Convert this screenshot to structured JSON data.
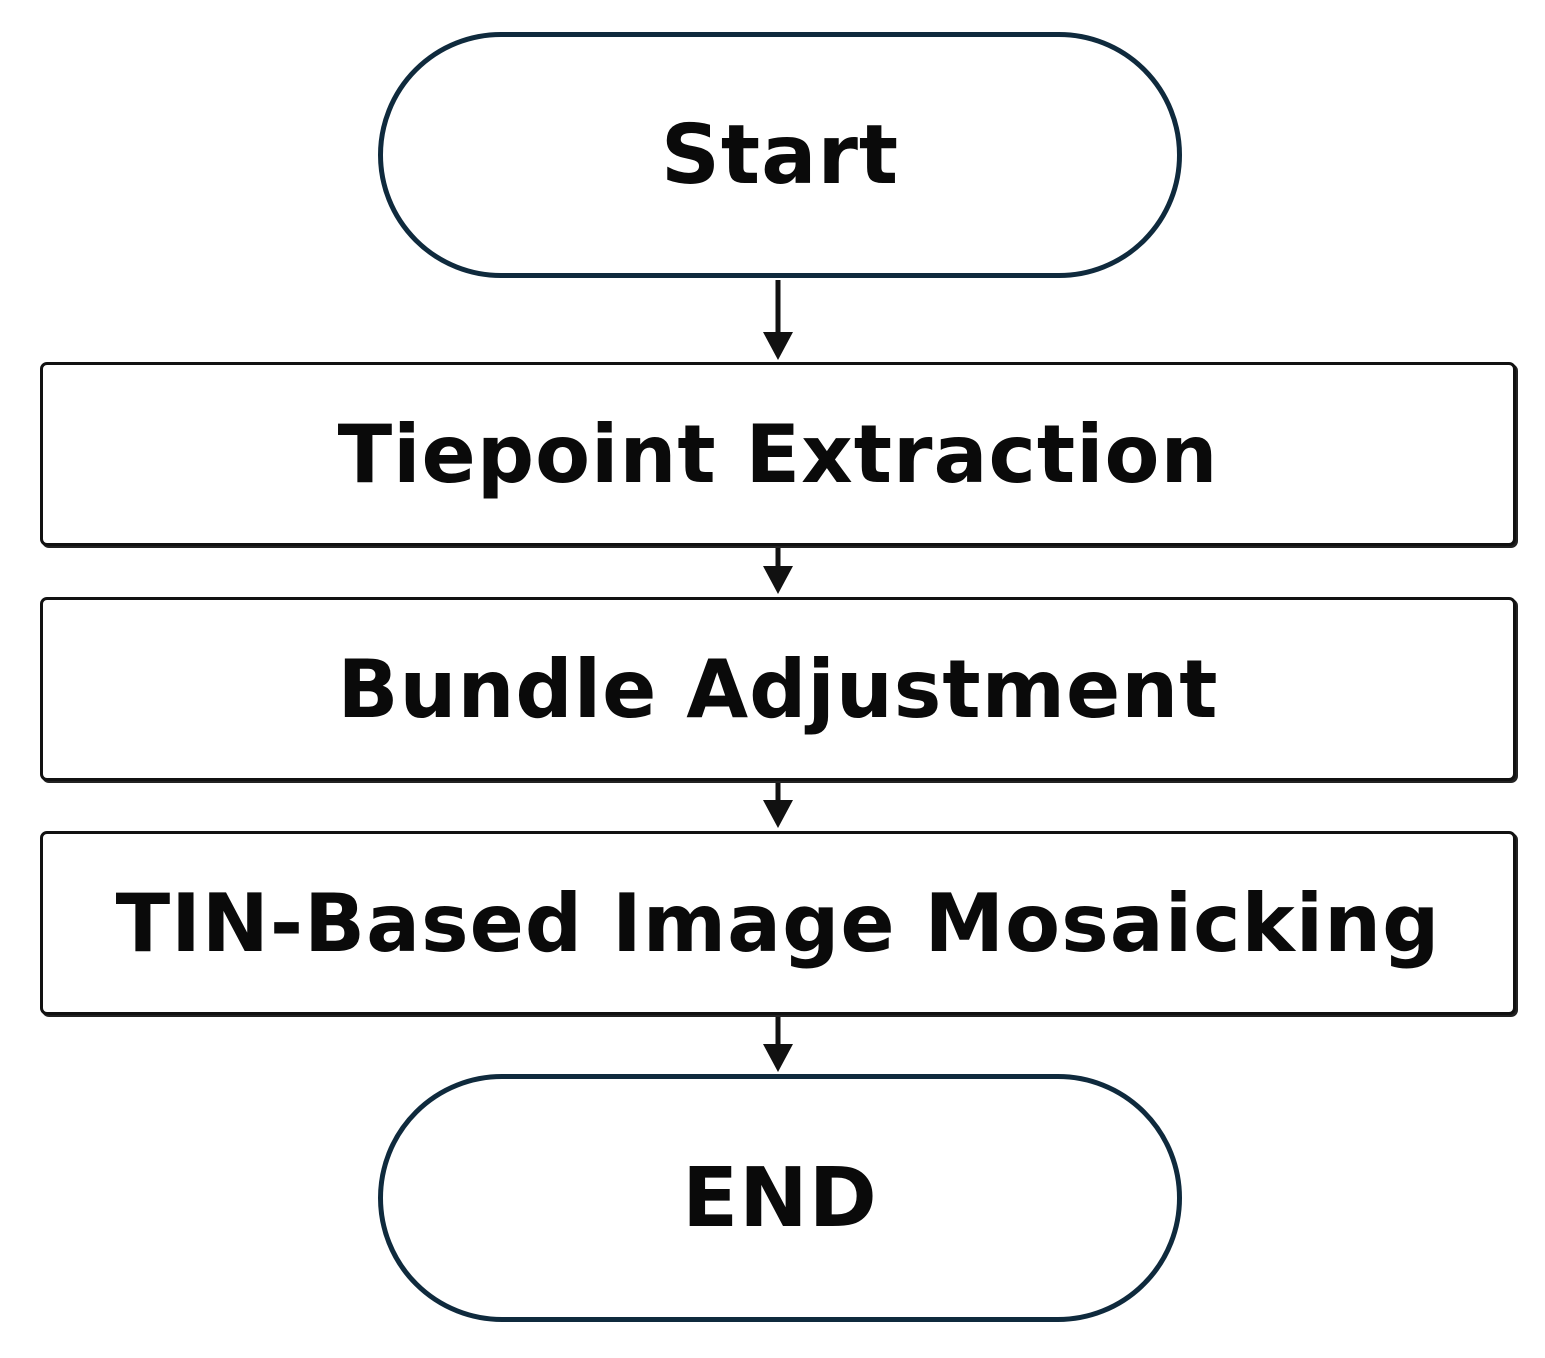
{
  "flowchart": {
    "start": {
      "label": "Start"
    },
    "steps": [
      {
        "label": "Tiepoint Extraction"
      },
      {
        "label": "Bundle Adjustment"
      },
      {
        "label": "TIN-Based Image Mosaicking"
      }
    ],
    "end": {
      "label": "END"
    }
  },
  "colors": {
    "terminal_border": "#0f2a3d",
    "process_border": "#111111",
    "arrow": "#111111",
    "text": "#0a0a0a"
  }
}
